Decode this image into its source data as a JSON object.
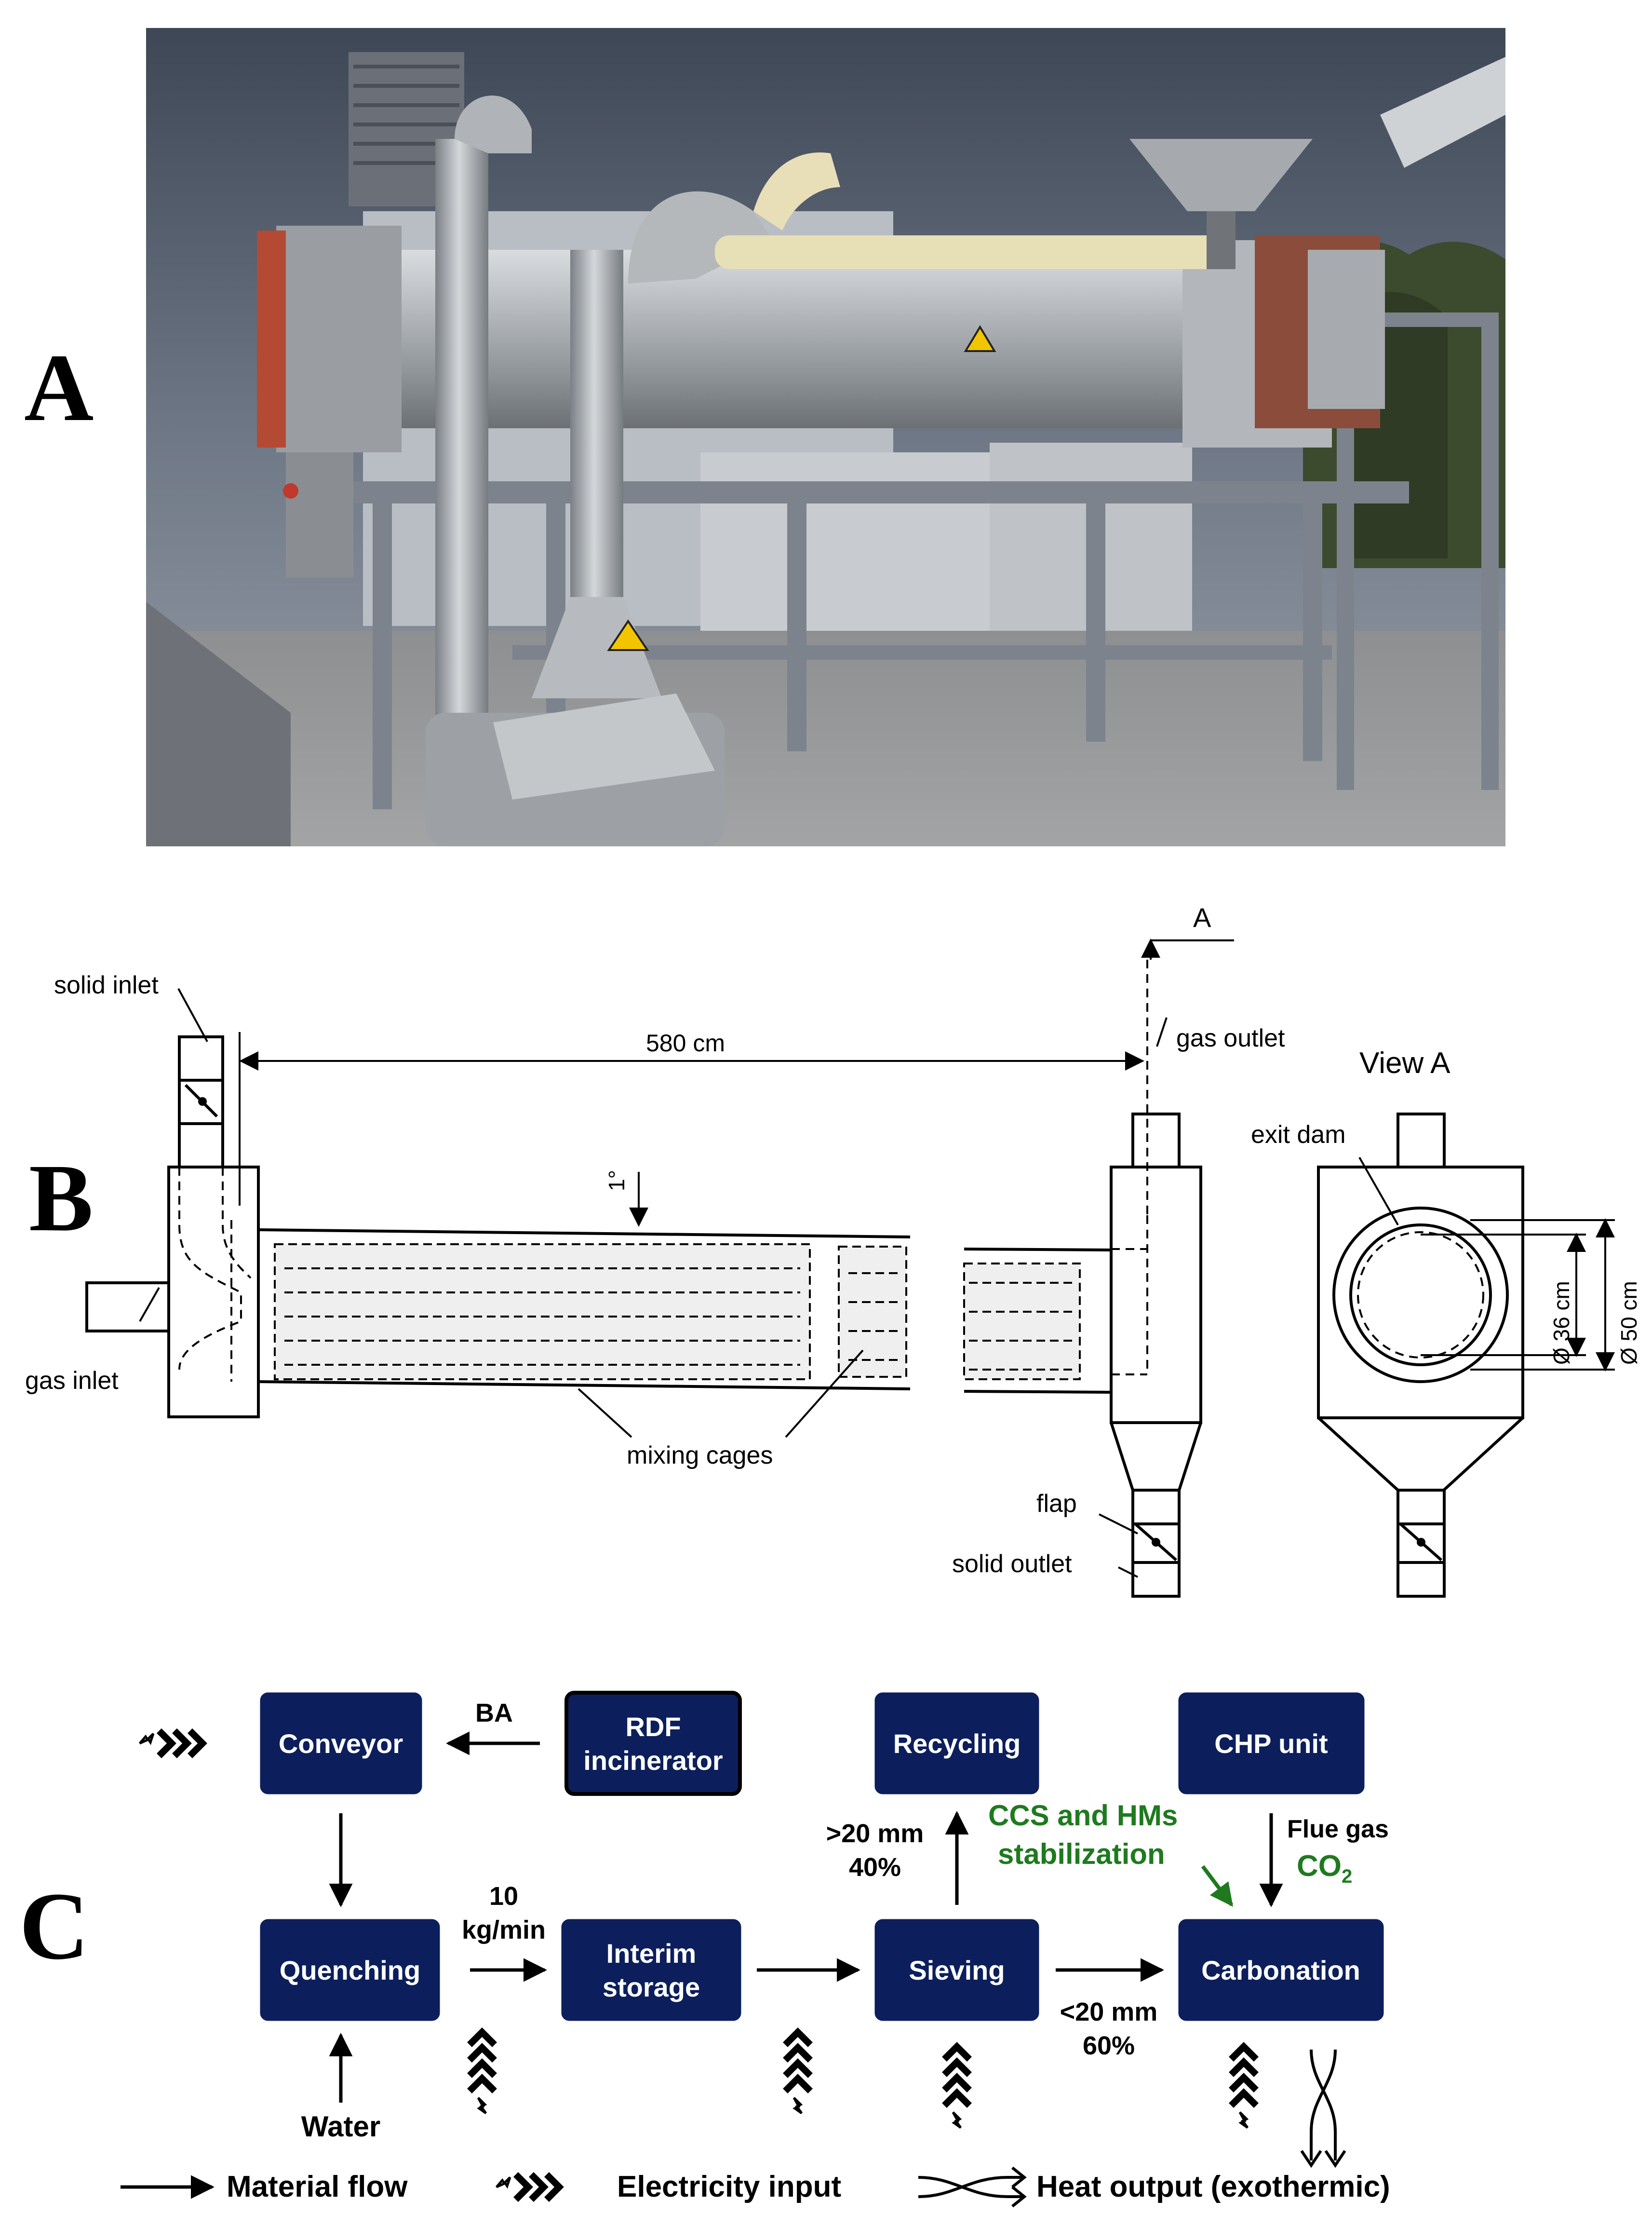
{
  "panels": {
    "a": "A",
    "b": "B",
    "c": "C"
  },
  "panel_b": {
    "solid_inlet": "solid inlet",
    "gas_inlet": "gas inlet",
    "length": "580 cm",
    "angle": "1°",
    "mixing_cages": "mixing cages",
    "gas_outlet": "gas outlet",
    "section_marker": "A",
    "flap": "flap",
    "solid_outlet": "solid outlet",
    "view_title": "View A",
    "exit_dam": "exit dam",
    "dia_inner": "Ø 36 cm",
    "dia_outer": "Ø 50 cm"
  },
  "panel_c": {
    "boxes": {
      "conveyor": "Conveyor",
      "rdf_line1": "RDF",
      "rdf_line2": "incinerator",
      "recycling": "Recycling",
      "chp": "CHP unit",
      "quenching": "Quenching",
      "interim_line1": "Interim",
      "interim_line2": "storage",
      "sieving": "Sieving",
      "carbonation": "Carbonation"
    },
    "labels": {
      "ba": "BA",
      "rate_line1": "10",
      "rate_line2": "kg/min",
      "coarse_size": ">20 mm",
      "coarse_pct": "40%",
      "fine_size": "<20 mm",
      "fine_pct": "60%",
      "ccs_line1": "CCS and HMs",
      "ccs_line2": "stabilization",
      "flue_gas": "Flue gas",
      "co2": "CO",
      "co2_sub": "2",
      "water": "Water"
    },
    "legend": {
      "material": "Material flow",
      "electricity": "Electricity input",
      "heat": "Heat output (exothermic)"
    }
  },
  "colors": {
    "box_fill": "#0c1f5c",
    "accent_green": "#1f7a1f"
  }
}
